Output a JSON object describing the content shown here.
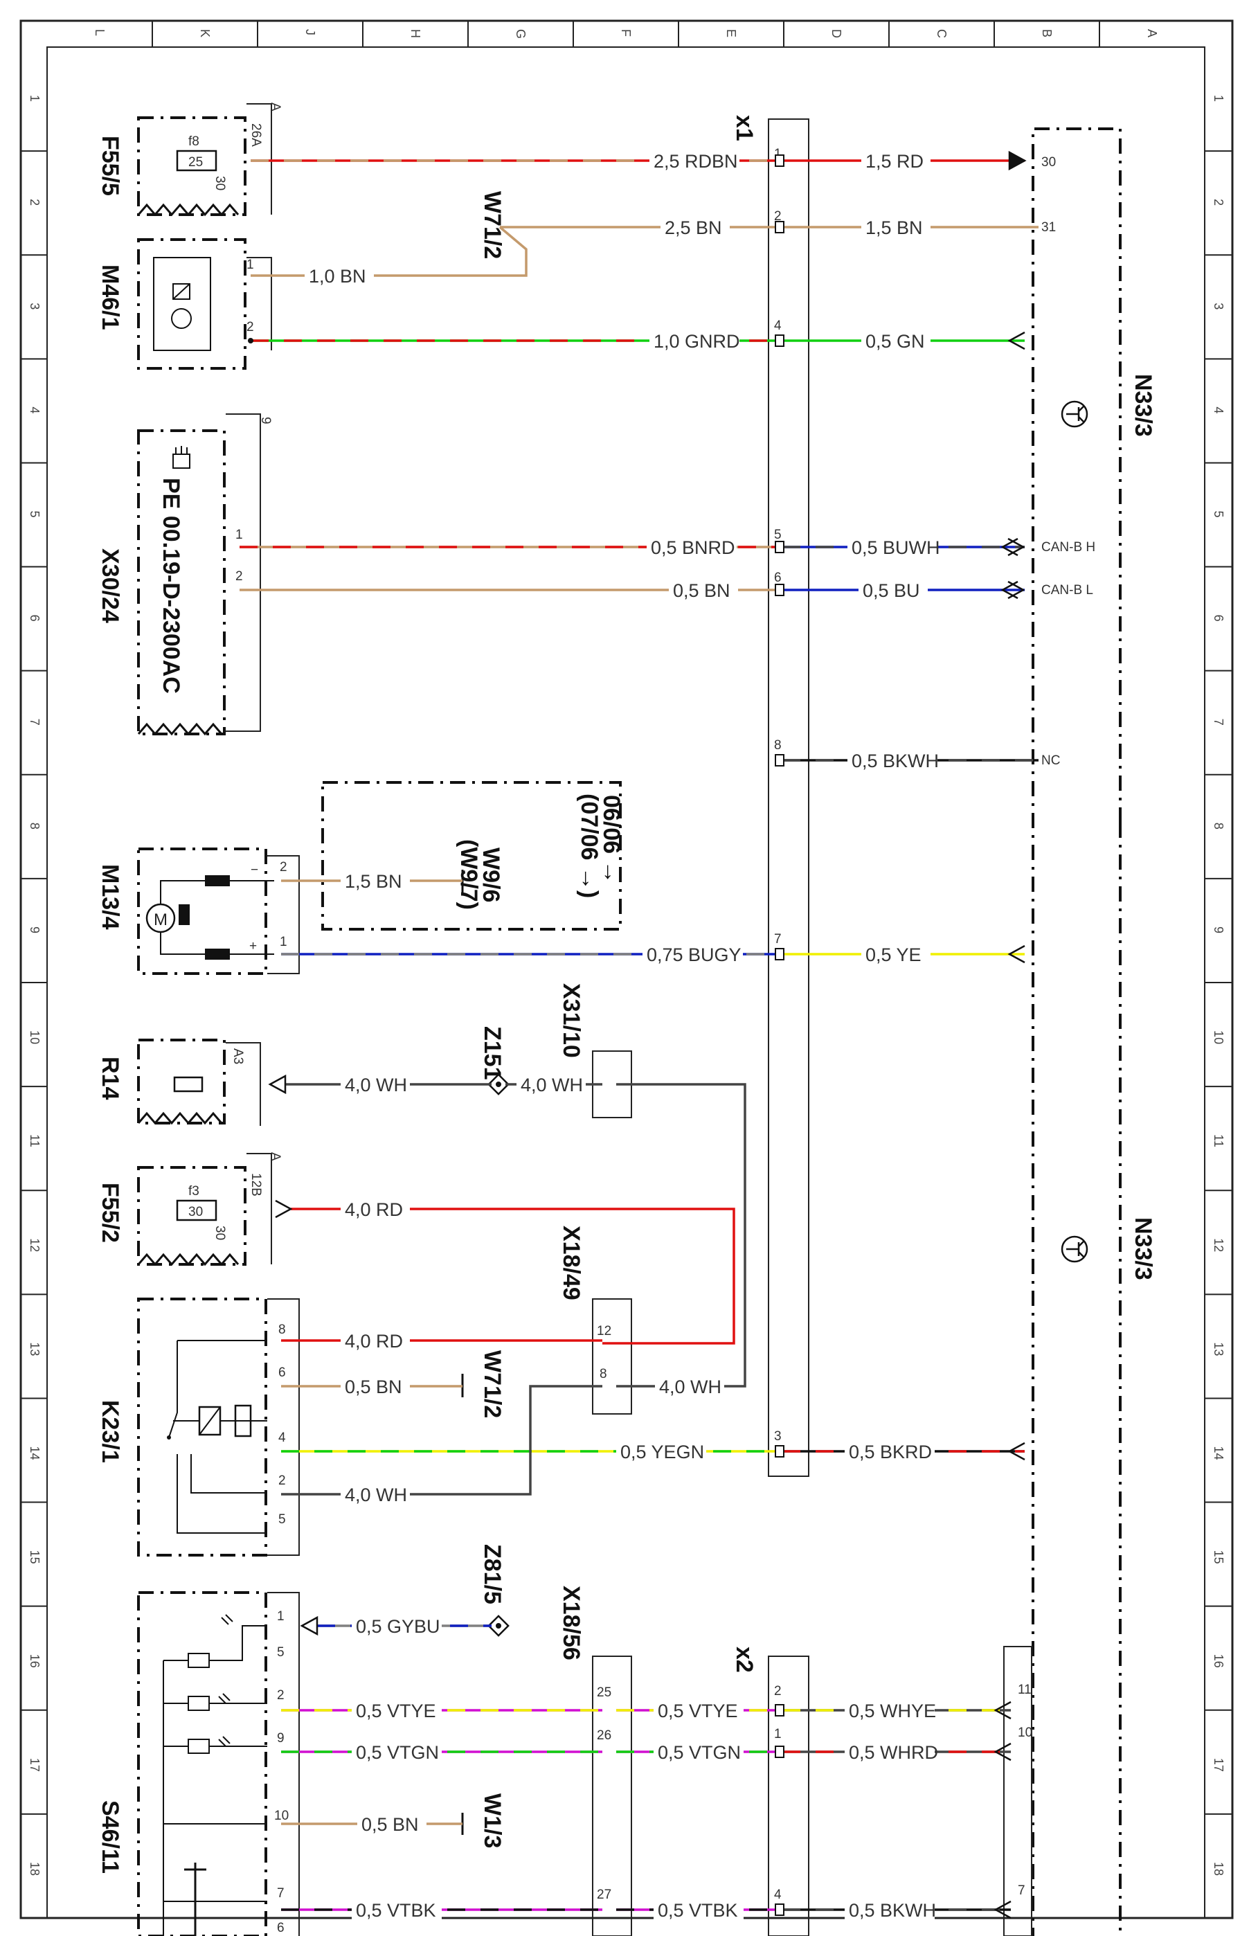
{
  "grid": {
    "columns": [
      "L",
      "K",
      "J",
      "H",
      "G",
      "F",
      "E",
      "D",
      "C",
      "B",
      "A"
    ],
    "rows": [
      "1",
      "2",
      "3",
      "4",
      "5",
      "6",
      "7",
      "8",
      "9",
      "10",
      "11",
      "12",
      "13",
      "14",
      "15",
      "16",
      "17",
      "18"
    ]
  },
  "colors": {
    "RD": "#e01010",
    "BN": "#c49a6c",
    "GN": "#10d010",
    "BU": "#1020c0",
    "YE": "#f0f000",
    "WH": "#444444",
    "BK": "#111111",
    "VT": "#d010d0",
    "GY": "#808080"
  },
  "connectors": {
    "x1": "x1",
    "x2": "x2",
    "x18_49": "X18/49",
    "x18_56": "X18/56",
    "x31_10": "X31/10"
  },
  "components": {
    "f55_5": "F55/5",
    "m46_1": "M46/1",
    "x30_24": "X30/24",
    "m13_4": "M13/4",
    "r14": "R14",
    "f55_2": "F55/2",
    "k23_1": "K23/1",
    "s46_11": "S46/11",
    "n33_3_top": "N33/3",
    "n33_3_bottom": "N33/3",
    "w71_2_top": "W71/2",
    "w71_2_bottom": "W71/2",
    "w9_6": "W9/6",
    "w9_7": "(W9/7)",
    "w1_3": "W1/3",
    "z151": "Z151",
    "z81_5": "Z81/5",
    "pe_note": "PE 00.19-D-2300AC",
    "date_note_1": "06/06 →",
    "date_note_2": "(07/06 →)"
  },
  "module_pins": {
    "p30": "30",
    "p31": "31",
    "can_h": "CAN-B H",
    "can_l": "CAN-B L",
    "nc": "NC"
  },
  "pin_labels": {
    "f55_5_top": "26A",
    "f55_5_fuse": "f8",
    "f55_5_rating": "25",
    "f55_5_bottom": "30",
    "f55_5_a": "A",
    "m46_1_p1": "1",
    "m46_1_p2": "2",
    "x30_24_p1": "1",
    "x30_24_p2": "2",
    "x30_24_p9": "9",
    "m13_4_p2": "2",
    "m13_4_p1": "1",
    "m13_4_minus": "−",
    "m13_4_plus": "+",
    "r14_a3": "A3",
    "f55_2_top": "12B",
    "f55_2_fuse": "f3",
    "f55_2_rating": "30",
    "f55_2_bottom": "30",
    "f55_2_a": "A",
    "k23_1_p8": "8",
    "k23_1_p6": "6",
    "k23_1_p4": "4",
    "k23_1_p2": "2",
    "k23_1_p5": "5",
    "s46_11_p1": "1",
    "s46_11_p5": "5",
    "s46_11_p2": "2",
    "s46_11_p9": "9",
    "s46_11_p10": "10",
    "s46_11_p7": "7",
    "s46_11_p6": "6",
    "x1_p1": "1",
    "x1_p2": "2",
    "x1_p4": "4",
    "x1_p5": "5",
    "x1_p6": "6",
    "x1_p8": "8",
    "x1_p7": "7",
    "x1_p3": "3",
    "x18_49_p12": "12",
    "x18_49_p8": "8",
    "x18_56_p25": "25",
    "x18_56_p26": "26",
    "x18_56_p27": "27",
    "x2_p2": "2",
    "x2_p1": "1",
    "x2_p4": "4",
    "b_p11": "11",
    "b_p10": "10",
    "b_p7": "7"
  },
  "wires": [
    {
      "id": "w-f55-5-x1-1",
      "label": "2,5 RDBN",
      "color": "RD",
      "stripe": "BN"
    },
    {
      "id": "w-x1-1-30",
      "label": "1,5 RD",
      "color": "RD",
      "stripe": ""
    },
    {
      "id": "w-w71-x1-2",
      "label": "2,5 BN",
      "color": "BN",
      "stripe": ""
    },
    {
      "id": "w-x1-2-31",
      "label": "1,5 BN",
      "color": "BN",
      "stripe": ""
    },
    {
      "id": "w-m46-1-w71",
      "label": "1,0 BN",
      "color": "BN",
      "stripe": ""
    },
    {
      "id": "w-m46-2-x1-4",
      "label": "1,0 GNRD",
      "color": "GN",
      "stripe": "RD"
    },
    {
      "id": "w-x1-4-gn",
      "label": "0,5 GN",
      "color": "GN",
      "stripe": ""
    },
    {
      "id": "w-x30-1-x1-5",
      "label": "0,5 BNRD",
      "color": "BN",
      "stripe": "RD"
    },
    {
      "id": "w-x1-5-canh",
      "label": "0,5 BUWH",
      "color": "BU",
      "stripe": "WH"
    },
    {
      "id": "w-x30-2-x1-6",
      "label": "0,5 BN",
      "color": "BN",
      "stripe": ""
    },
    {
      "id": "w-x1-6-canl",
      "label": "0,5 BU",
      "color": "BU",
      "stripe": ""
    },
    {
      "id": "w-x1-8-nc",
      "label": "0,5 BKWH",
      "color": "BK",
      "stripe": "WH"
    },
    {
      "id": "w-m13-2-w9",
      "label": "1,5 BN",
      "color": "BN",
      "stripe": ""
    },
    {
      "id": "w-m13-1-x1-7",
      "label": "0,75 BUGY",
      "color": "BU",
      "stripe": "GY"
    },
    {
      "id": "w-x1-7-ye",
      "label": "0,5 YE",
      "color": "YE",
      "stripe": ""
    },
    {
      "id": "w-r14-z151",
      "label": "4,0 WH",
      "color": "WH",
      "stripe": ""
    },
    {
      "id": "w-z151-x31",
      "label": "4,0 WH",
      "color": "WH",
      "stripe": ""
    },
    {
      "id": "w-f55-2-x18-12",
      "label": "4,0 RD",
      "color": "RD",
      "stripe": ""
    },
    {
      "id": "w-k23-8-x18-12",
      "label": "4,0 RD",
      "color": "RD",
      "stripe": ""
    },
    {
      "id": "w-k23-6-w71",
      "label": "0,5 BN",
      "color": "BN",
      "stripe": ""
    },
    {
      "id": "w-x18-8-x31",
      "label": "4,0 WH",
      "color": "WH",
      "stripe": ""
    },
    {
      "id": "w-k23-4-x1-3",
      "label": "0,5 YEGN",
      "color": "YE",
      "stripe": "GN"
    },
    {
      "id": "w-x1-3-bkrd",
      "label": "0,5 BKRD",
      "color": "BK",
      "stripe": "RD"
    },
    {
      "id": "w-k23-2-x18-8",
      "label": "4,0 WH",
      "color": "WH",
      "stripe": ""
    },
    {
      "id": "w-s46-1-z81",
      "label": "0,5 GYBU",
      "color": "GY",
      "stripe": "BU"
    },
    {
      "id": "w-s46-2-x18-25",
      "label": "0,5 VTYE",
      "color": "VT",
      "stripe": "YE"
    },
    {
      "id": "w-x18-25-x2-2",
      "label": "0,5 VTYE",
      "color": "VT",
      "stripe": "YE"
    },
    {
      "id": "w-x2-2-b11",
      "label": "0,5 WHYE",
      "color": "WH",
      "stripe": "YE"
    },
    {
      "id": "w-s46-9-x18-26",
      "label": "0,5 VTGN",
      "color": "VT",
      "stripe": "GN"
    },
    {
      "id": "w-x18-26-x2-1",
      "label": "0,5 VTGN",
      "color": "VT",
      "stripe": "GN"
    },
    {
      "id": "w-x2-1-b10",
      "label": "0,5 WHRD",
      "color": "WH",
      "stripe": "RD"
    },
    {
      "id": "w-s46-10-w1",
      "label": "0,5 BN",
      "color": "BN",
      "stripe": ""
    },
    {
      "id": "w-s46-7-x18-27",
      "label": "0,5 VTBK",
      "color": "VT",
      "stripe": "BK"
    },
    {
      "id": "w-x18-27-x2-4",
      "label": "0,5 VTBK",
      "color": "VT",
      "stripe": "BK"
    },
    {
      "id": "w-x2-4-b7",
      "label": "0,5 BKWH",
      "color": "BK",
      "stripe": "WH"
    }
  ]
}
